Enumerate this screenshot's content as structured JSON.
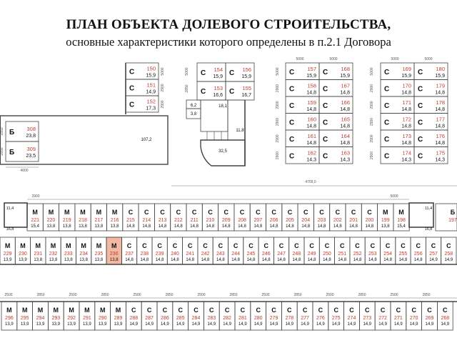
{
  "header": {
    "title": "ПЛАН ОБЪЕКТА ДОЛЕВОГО СТРОИТЕЛЬСТВА,",
    "subtitle": "основные характеристики которого определены в п.2.1 Договора"
  },
  "dimensions": {
    "overall": "4709,0",
    "left_block": "4000",
    "span": "2900",
    "bay": "2850",
    "bay_alt": "2500",
    "depth": "5000",
    "short": "2000"
  },
  "rooms": {
    "storage_a": "107,2",
    "storage_b": "6,2",
    "storage_c": "18,1",
    "storage_d": "3,8",
    "storage_e": "11,8",
    "storage_f": "32,5",
    "stair_left": "11,4",
    "stair_left_b": "16,8",
    "stair_right": "11,4",
    "stair_right_b": "16,8"
  },
  "spaces": {
    "group1": [
      {
        "code": "С",
        "num": "150",
        "area": "15,9"
      },
      {
        "code": "С",
        "num": "151",
        "area": "14,9"
      },
      {
        "code": "С",
        "num": "152",
        "area": "17,3"
      }
    ],
    "group2": [
      {
        "code": "С",
        "num": "154",
        "area": "15,9"
      },
      {
        "code": "С",
        "num": "156",
        "area": "15,9"
      },
      {
        "code": "С",
        "num": "153",
        "area": "16,6"
      },
      {
        "code": "С",
        "num": "155",
        "area": "16,7"
      }
    ],
    "group3": [
      {
        "code": "С",
        "num": "157",
        "area": "15,9"
      },
      {
        "code": "С",
        "num": "168",
        "area": "15,9"
      },
      {
        "code": "С",
        "num": "158",
        "area": "14,8"
      },
      {
        "code": "С",
        "num": "167",
        "area": "14,8"
      },
      {
        "code": "С",
        "num": "159",
        "area": "14,8"
      },
      {
        "code": "С",
        "num": "166",
        "area": "14,8"
      },
      {
        "code": "С",
        "num": "160",
        "area": "14,8"
      },
      {
        "code": "С",
        "num": "165",
        "area": "14,8"
      },
      {
        "code": "С",
        "num": "161",
        "area": "14,8"
      },
      {
        "code": "С",
        "num": "164",
        "area": "14,8"
      },
      {
        "code": "С",
        "num": "162",
        "area": "14,3"
      },
      {
        "code": "С",
        "num": "163",
        "area": "14,3"
      }
    ],
    "group4": [
      {
        "code": "С",
        "num": "169",
        "area": "15,9"
      },
      {
        "code": "С",
        "num": "180",
        "area": "15,9"
      },
      {
        "code": "С",
        "num": "170",
        "area": "14,8"
      },
      {
        "code": "С",
        "num": "179",
        "area": "14,8"
      },
      {
        "code": "С",
        "num": "171",
        "area": "14,8"
      },
      {
        "code": "С",
        "num": "178",
        "area": "14,8"
      },
      {
        "code": "С",
        "num": "172",
        "area": "14,8"
      },
      {
        "code": "С",
        "num": "177",
        "area": "14,8"
      },
      {
        "code": "С",
        "num": "173",
        "area": "14,8"
      },
      {
        "code": "С",
        "num": "176",
        "area": "14,8"
      },
      {
        "code": "С",
        "num": "174",
        "area": "14,3"
      },
      {
        "code": "С",
        "num": "175",
        "area": "14,3"
      }
    ],
    "group_b": [
      {
        "code": "Б",
        "num": "308",
        "area": "23,8"
      },
      {
        "code": "Б",
        "num": "309",
        "area": "23,5"
      }
    ],
    "row1": [
      {
        "code": "М",
        "num": "221",
        "area": "15,4"
      },
      {
        "code": "М",
        "num": "220",
        "area": "13,8"
      },
      {
        "code": "М",
        "num": "219",
        "area": "13,8"
      },
      {
        "code": "М",
        "num": "218",
        "area": "13,8"
      },
      {
        "code": "М",
        "num": "217",
        "area": "13,8"
      },
      {
        "code": "М",
        "num": "216",
        "area": "13,8"
      },
      {
        "code": "С",
        "num": "215",
        "area": "14,8"
      },
      {
        "code": "С",
        "num": "214",
        "area": "14,8"
      },
      {
        "code": "С",
        "num": "213",
        "area": "14,8"
      },
      {
        "code": "С",
        "num": "212",
        "area": "14,8"
      },
      {
        "code": "С",
        "num": "211",
        "area": "14,8"
      },
      {
        "code": "С",
        "num": "210",
        "area": "14,8"
      },
      {
        "code": "С",
        "num": "209",
        "area": "14,8"
      },
      {
        "code": "С",
        "num": "208",
        "area": "14,8"
      },
      {
        "code": "С",
        "num": "207",
        "area": "14,8"
      },
      {
        "code": "С",
        "num": "206",
        "area": "14,8"
      },
      {
        "code": "С",
        "num": "205",
        "area": "14,8"
      },
      {
        "code": "С",
        "num": "204",
        "area": "14,8"
      },
      {
        "code": "С",
        "num": "203",
        "area": "14,8"
      },
      {
        "code": "С",
        "num": "202",
        "area": "14,8"
      },
      {
        "code": "С",
        "num": "201",
        "area": "14,8"
      },
      {
        "code": "С",
        "num": "200",
        "area": "14,8"
      },
      {
        "code": "М",
        "num": "199",
        "area": "13,8"
      },
      {
        "code": "М",
        "num": "198",
        "area": "15,4"
      }
    ],
    "row1_end": {
      "code": "Б",
      "num": "197"
    },
    "row2": [
      {
        "code": "М",
        "num": "229",
        "area": "13,9"
      },
      {
        "code": "М",
        "num": "230",
        "area": "13,9"
      },
      {
        "code": "М",
        "num": "231",
        "area": "13,8"
      },
      {
        "code": "М",
        "num": "232",
        "area": "13,8"
      },
      {
        "code": "М",
        "num": "233",
        "area": "13,8"
      },
      {
        "code": "М",
        "num": "234",
        "area": "13,8"
      },
      {
        "code": "М",
        "num": "235",
        "area": "13,8"
      },
      {
        "code": "М",
        "num": "236",
        "area": "13,8",
        "highlight": true
      },
      {
        "code": "С",
        "num": "237",
        "area": "14,8"
      },
      {
        "code": "С",
        "num": "238",
        "area": "14,8"
      },
      {
        "code": "С",
        "num": "239",
        "area": "14,8"
      },
      {
        "code": "С",
        "num": "240",
        "area": "14,8"
      },
      {
        "code": "С",
        "num": "241",
        "area": "14,8"
      },
      {
        "code": "С",
        "num": "242",
        "area": "14,8"
      },
      {
        "code": "С",
        "num": "243",
        "area": "14,8"
      },
      {
        "code": "С",
        "num": "244",
        "area": "14,8"
      },
      {
        "code": "С",
        "num": "245",
        "area": "14,8"
      },
      {
        "code": "С",
        "num": "246",
        "area": "14,8"
      },
      {
        "code": "С",
        "num": "247",
        "area": "14,8"
      },
      {
        "code": "С",
        "num": "248",
        "area": "14,8"
      },
      {
        "code": "С",
        "num": "249",
        "area": "14,8"
      },
      {
        "code": "С",
        "num": "250",
        "area": "14,8"
      },
      {
        "code": "С",
        "num": "251",
        "area": "14,8"
      },
      {
        "code": "С",
        "num": "252",
        "area": "14,8"
      },
      {
        "code": "С",
        "num": "253",
        "area": "14,8"
      },
      {
        "code": "С",
        "num": "254",
        "area": "14,8"
      },
      {
        "code": "С",
        "num": "255",
        "area": "14,8"
      },
      {
        "code": "С",
        "num": "256",
        "area": "14,8"
      },
      {
        "code": "С",
        "num": "257",
        "area": "14,9"
      },
      {
        "code": "С",
        "num": "258",
        "area": "14,9"
      }
    ],
    "row3": [
      {
        "code": "М",
        "num": "296",
        "area": "13,9"
      },
      {
        "code": "М",
        "num": "295",
        "area": "13,9"
      },
      {
        "code": "М",
        "num": "294",
        "area": "13,9"
      },
      {
        "code": "М",
        "num": "293",
        "area": "13,9"
      },
      {
        "code": "М",
        "num": "292",
        "area": "13,9"
      },
      {
        "code": "М",
        "num": "291",
        "area": "13,9"
      },
      {
        "code": "М",
        "num": "290",
        "area": "13,9"
      },
      {
        "code": "М",
        "num": "289",
        "area": "13,9"
      },
      {
        "code": "С",
        "num": "288",
        "area": "14,9"
      },
      {
        "code": "С",
        "num": "287",
        "area": "14,9"
      },
      {
        "code": "С",
        "num": "286",
        "area": "14,9"
      },
      {
        "code": "С",
        "num": "285",
        "area": "14,9"
      },
      {
        "code": "С",
        "num": "284",
        "area": "14,9"
      },
      {
        "code": "С",
        "num": "283",
        "area": "14,9"
      },
      {
        "code": "С",
        "num": "282",
        "area": "14,9"
      },
      {
        "code": "С",
        "num": "281",
        "area": "14,9"
      },
      {
        "code": "С",
        "num": "280",
        "area": "14,9"
      },
      {
        "code": "С",
        "num": "279",
        "area": "14,9"
      },
      {
        "code": "С",
        "num": "278",
        "area": "14,9"
      },
      {
        "code": "С",
        "num": "277",
        "area": "14,9"
      },
      {
        "code": "С",
        "num": "276",
        "area": "14,9"
      },
      {
        "code": "С",
        "num": "275",
        "area": "14,9"
      },
      {
        "code": "С",
        "num": "274",
        "area": "14,9"
      },
      {
        "code": "С",
        "num": "273",
        "area": "14,9"
      },
      {
        "code": "С",
        "num": "272",
        "area": "14,9"
      },
      {
        "code": "С",
        "num": "271",
        "area": "14,9"
      },
      {
        "code": "С",
        "num": "270",
        "area": "14,9"
      },
      {
        "code": "С",
        "num": "269",
        "area": "14,9"
      },
      {
        "code": "С",
        "num": "268",
        "area": "14,9"
      }
    ]
  },
  "colors": {
    "line": "#444444",
    "number": "#c0392b",
    "highlight": "#f2b8a2",
    "dim": "#777777"
  }
}
